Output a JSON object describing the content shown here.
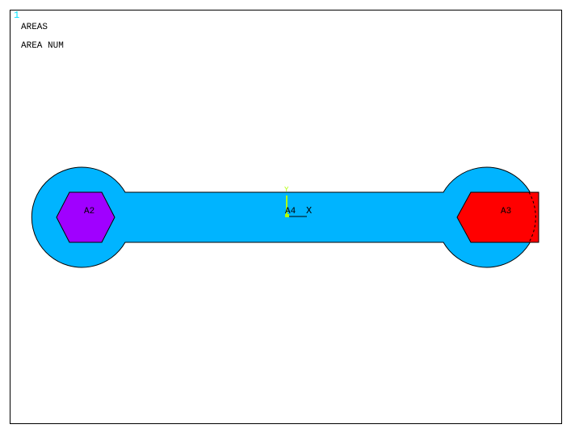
{
  "window_number": "1",
  "plot_title": "AREAS",
  "plot_subtitle": "AREA NUM",
  "areas": [
    {
      "label": "A2",
      "color": "#a000ff"
    },
    {
      "label": "A3",
      "color": "#ff0000"
    },
    {
      "label": "A4",
      "color": "#00b4ff"
    }
  ],
  "triad": {
    "x_label": "X",
    "y_label": "Y",
    "color": "#b0ff00"
  },
  "colors": {
    "window_number": "#00e0ff",
    "background": "#ffffff"
  }
}
